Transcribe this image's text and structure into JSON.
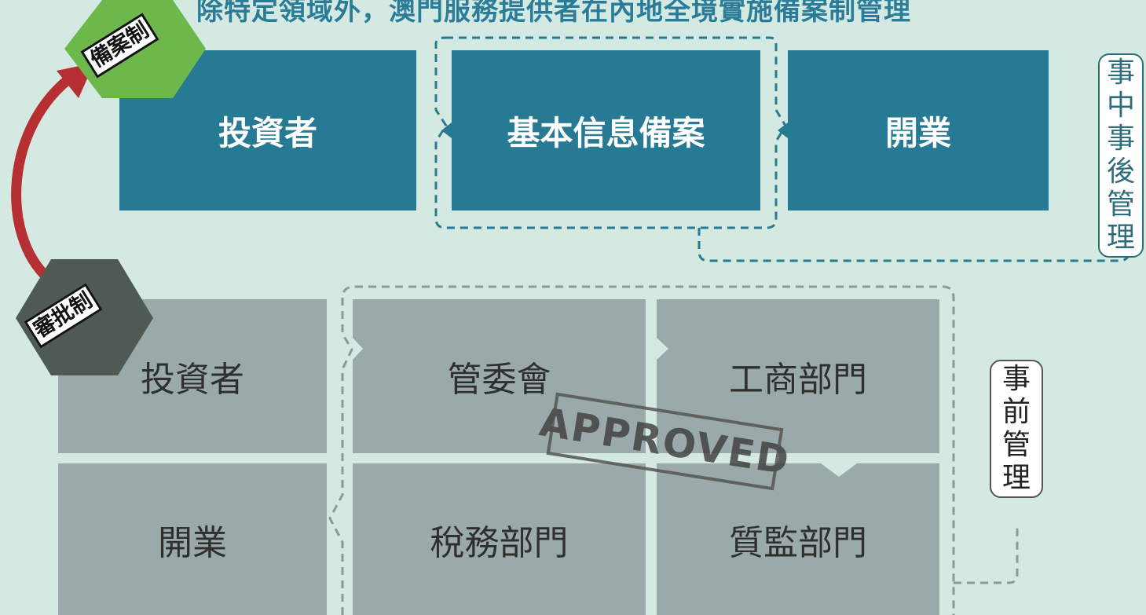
{
  "title": "除特定領域外，澳門服務提供者在內地全境實施備案制管理",
  "filing": {
    "badge": "備案制",
    "steps": [
      "投資者",
      "基本信息備案",
      "開業"
    ],
    "side_note": "事中事後管理"
  },
  "approval": {
    "badge": "審批制",
    "cells": [
      "投資者",
      "管委會",
      "工商部門",
      "開業",
      "稅務部門",
      "質監部門"
    ],
    "side_note": "事前管理",
    "stamp": "APPROVED"
  },
  "colors": {
    "background": "#d3e9e2",
    "blue_block": "#267a93",
    "gray_block": "#9aa9a9",
    "green_badge": "#6db84b",
    "dark_badge": "#4f5a55",
    "arrow": "#b52f33",
    "title": "#2b7c98"
  }
}
